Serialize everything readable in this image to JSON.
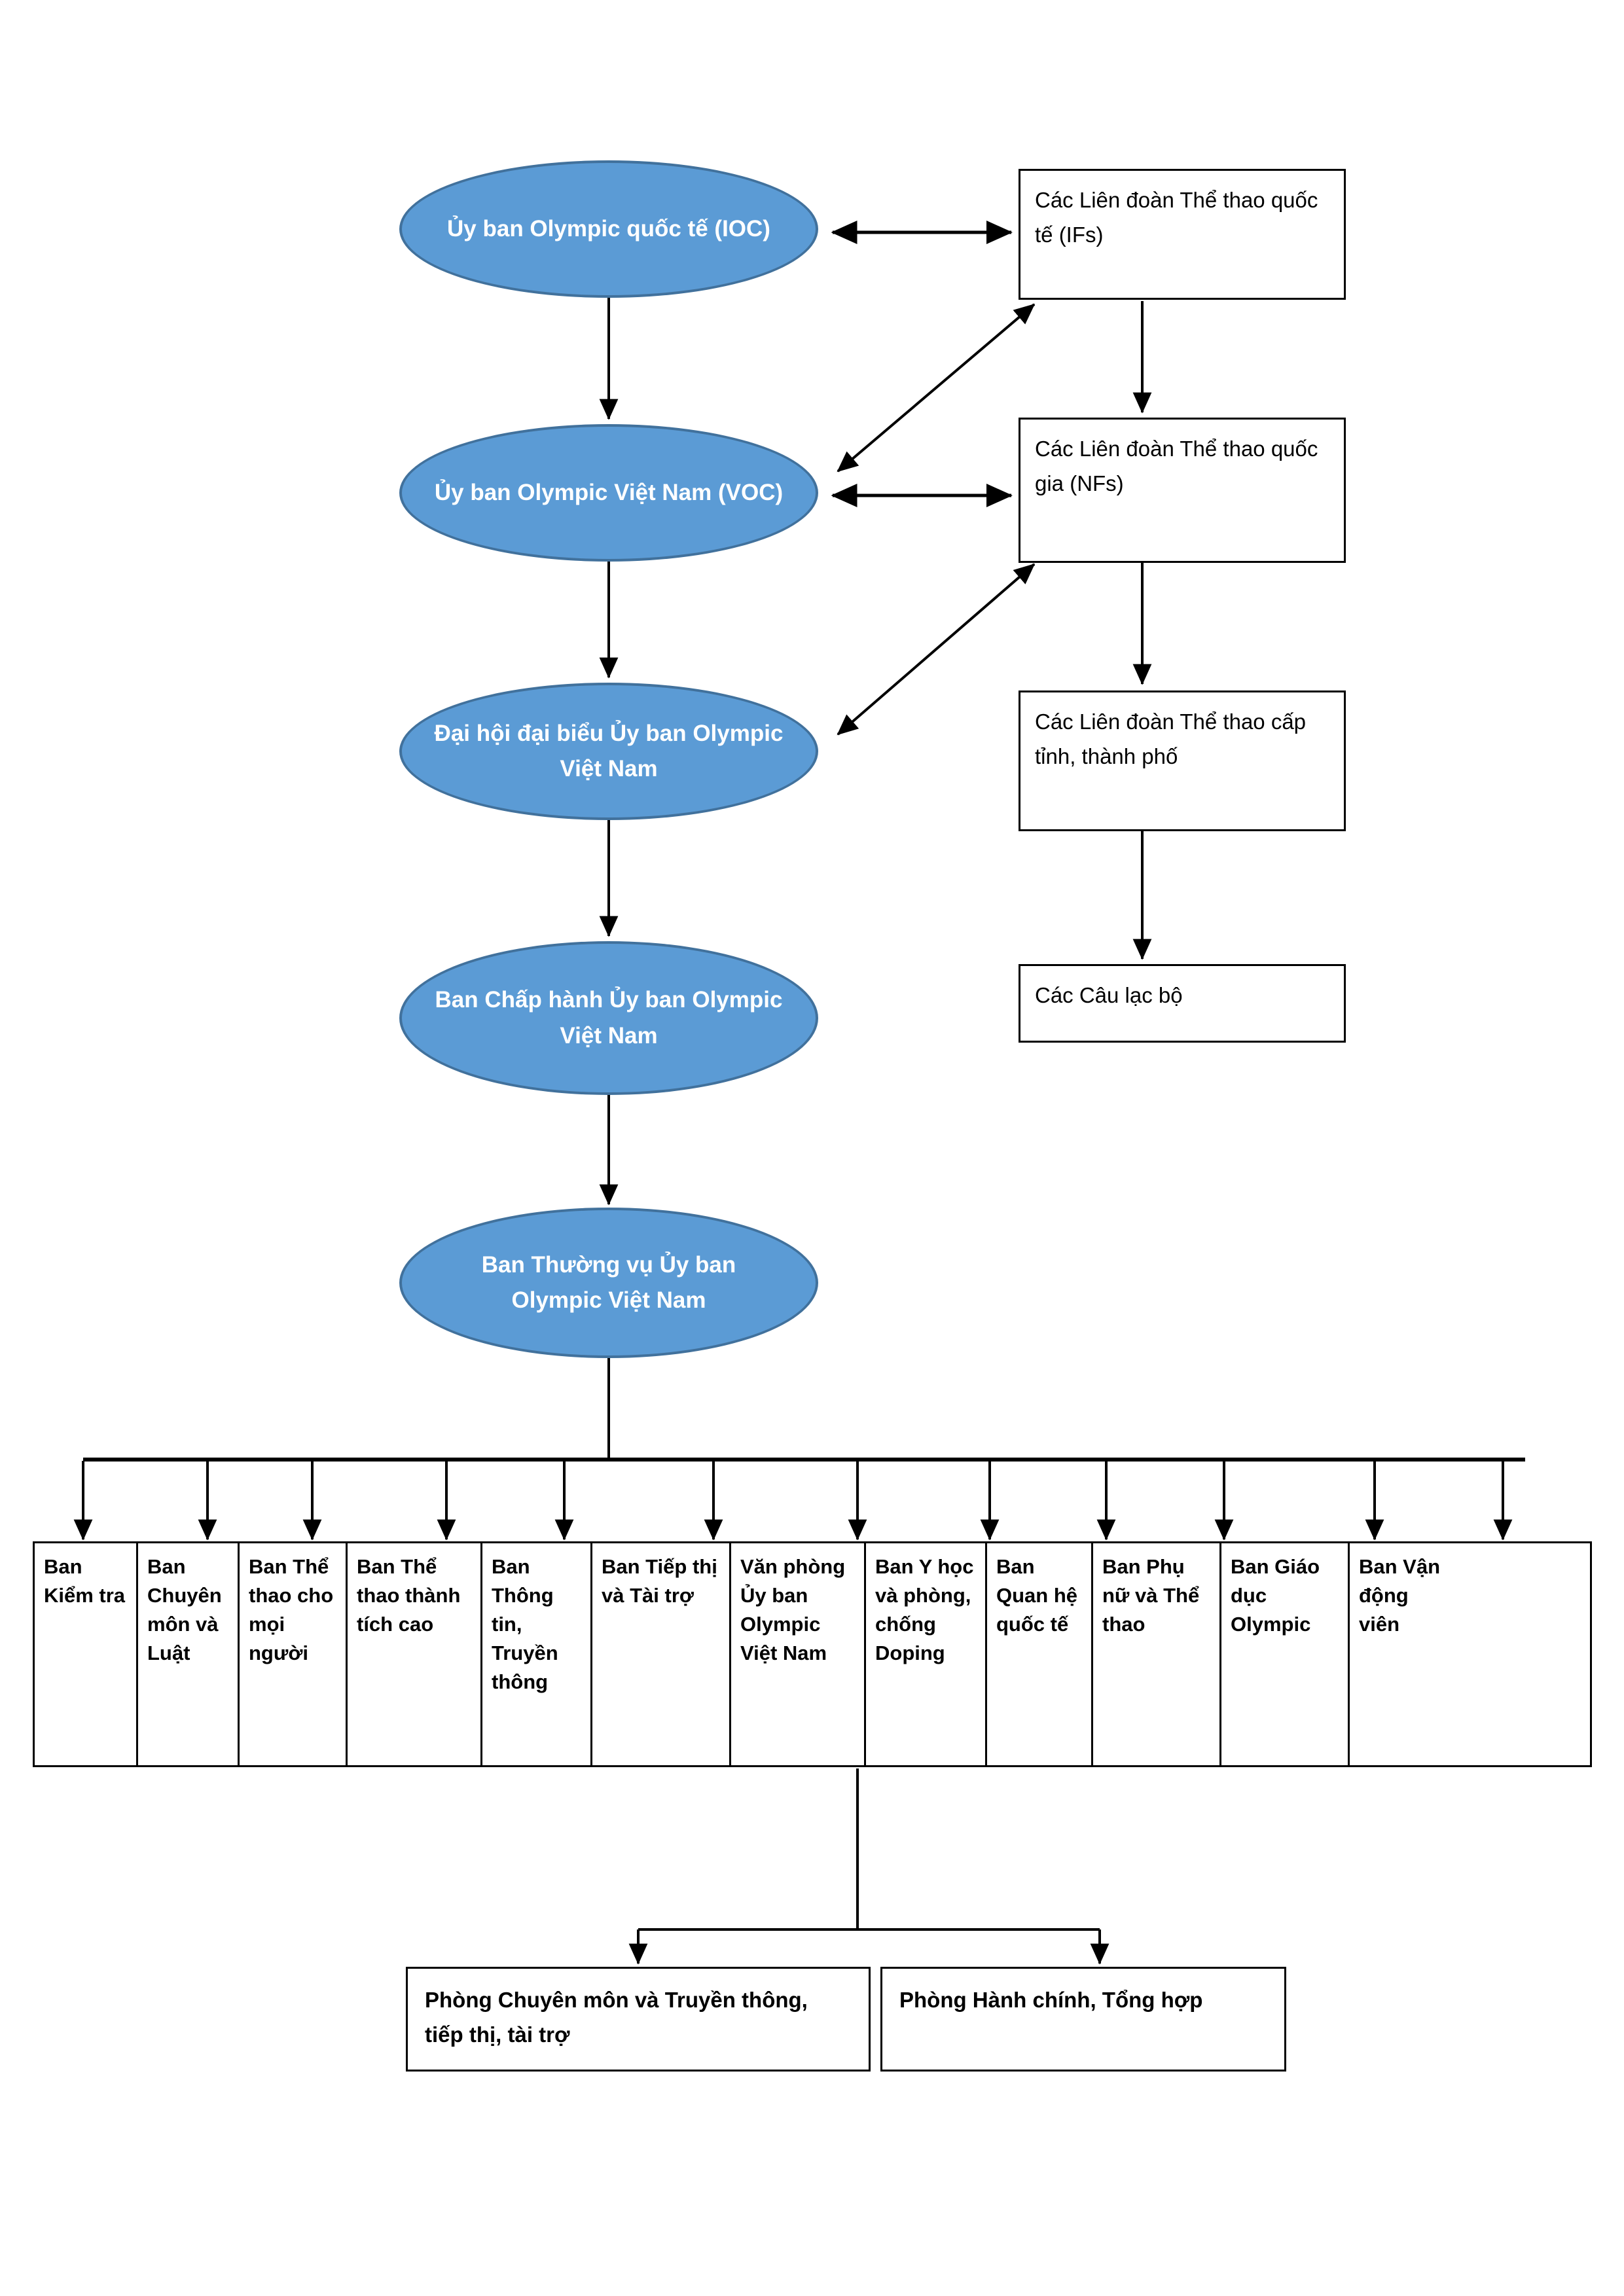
{
  "diagram": {
    "title": "So do to chuc Uy ban Olympic Viet Nam",
    "colors": {
      "ellipse_fill": "#5B9BD5",
      "ellipse_border": "#41719C",
      "ellipse_text": "#FFFFFF",
      "box_border": "#000000",
      "box_fill": "#FFFFFF",
      "connector": "#000000",
      "page_background": "#FFFFFF"
    },
    "ellipses": [
      {
        "id": "ioc",
        "label": "Ủy ban Olympic quốc tế (IOC)"
      },
      {
        "id": "voc",
        "label": "Ủy ban Olympic Việt Nam (VOC)"
      },
      {
        "id": "dhdb",
        "label": "Đại hội đại biểu Ủy ban Olympic Việt Nam"
      },
      {
        "id": "bch",
        "label": "Ban Chấp hành Ủy ban Olympic Việt Nam"
      },
      {
        "id": "btv",
        "label": "Ban Thường vụ Ủy ban Olympic Việt Nam"
      }
    ],
    "right_boxes": [
      {
        "id": "ifs",
        "label": "Các Liên đoàn Thể thao quốc tế (IFs)"
      },
      {
        "id": "nfs",
        "label": "Các Liên đoàn Thể thao quốc gia (NFs)"
      },
      {
        "id": "province",
        "label": "Các Liên đoàn Thể thao cấp tỉnh, thành phố"
      },
      {
        "id": "clubs",
        "label": "Các Câu lạc bộ"
      }
    ],
    "departments": [
      {
        "id": "d1",
        "label": "Ban Kiểm tra"
      },
      {
        "id": "d2",
        "label": "Ban Chuyên môn và Luật"
      },
      {
        "id": "d3",
        "label": "Ban Thể thao cho mọi người"
      },
      {
        "id": "d4",
        "label": "Ban Thể thao thành tích cao"
      },
      {
        "id": "d5",
        "label": "Ban Thông tin, Truyền thông"
      },
      {
        "id": "d6",
        "label": "Ban Tiếp thị và Tài trợ"
      },
      {
        "id": "d7",
        "label": "Văn phòng Ủy ban Olympic Việt Nam"
      },
      {
        "id": "d8",
        "label": "Ban Y học và phòng, chống Doping"
      },
      {
        "id": "d9",
        "label": "Ban Quan hệ quốc tế"
      },
      {
        "id": "d10",
        "label": "Ban Phụ nữ và Thể thao"
      },
      {
        "id": "d11",
        "label": "Ban Giáo dục Olympic"
      },
      {
        "id": "d12",
        "label": "Ban Vận động viên"
      }
    ],
    "office_units": [
      {
        "id": "o1",
        "label": "Phòng Chuyên môn và Truyền thông, tiếp thị, tài trợ"
      },
      {
        "id": "o2",
        "label": "Phòng Hành chính, Tổng hợp"
      }
    ]
  }
}
